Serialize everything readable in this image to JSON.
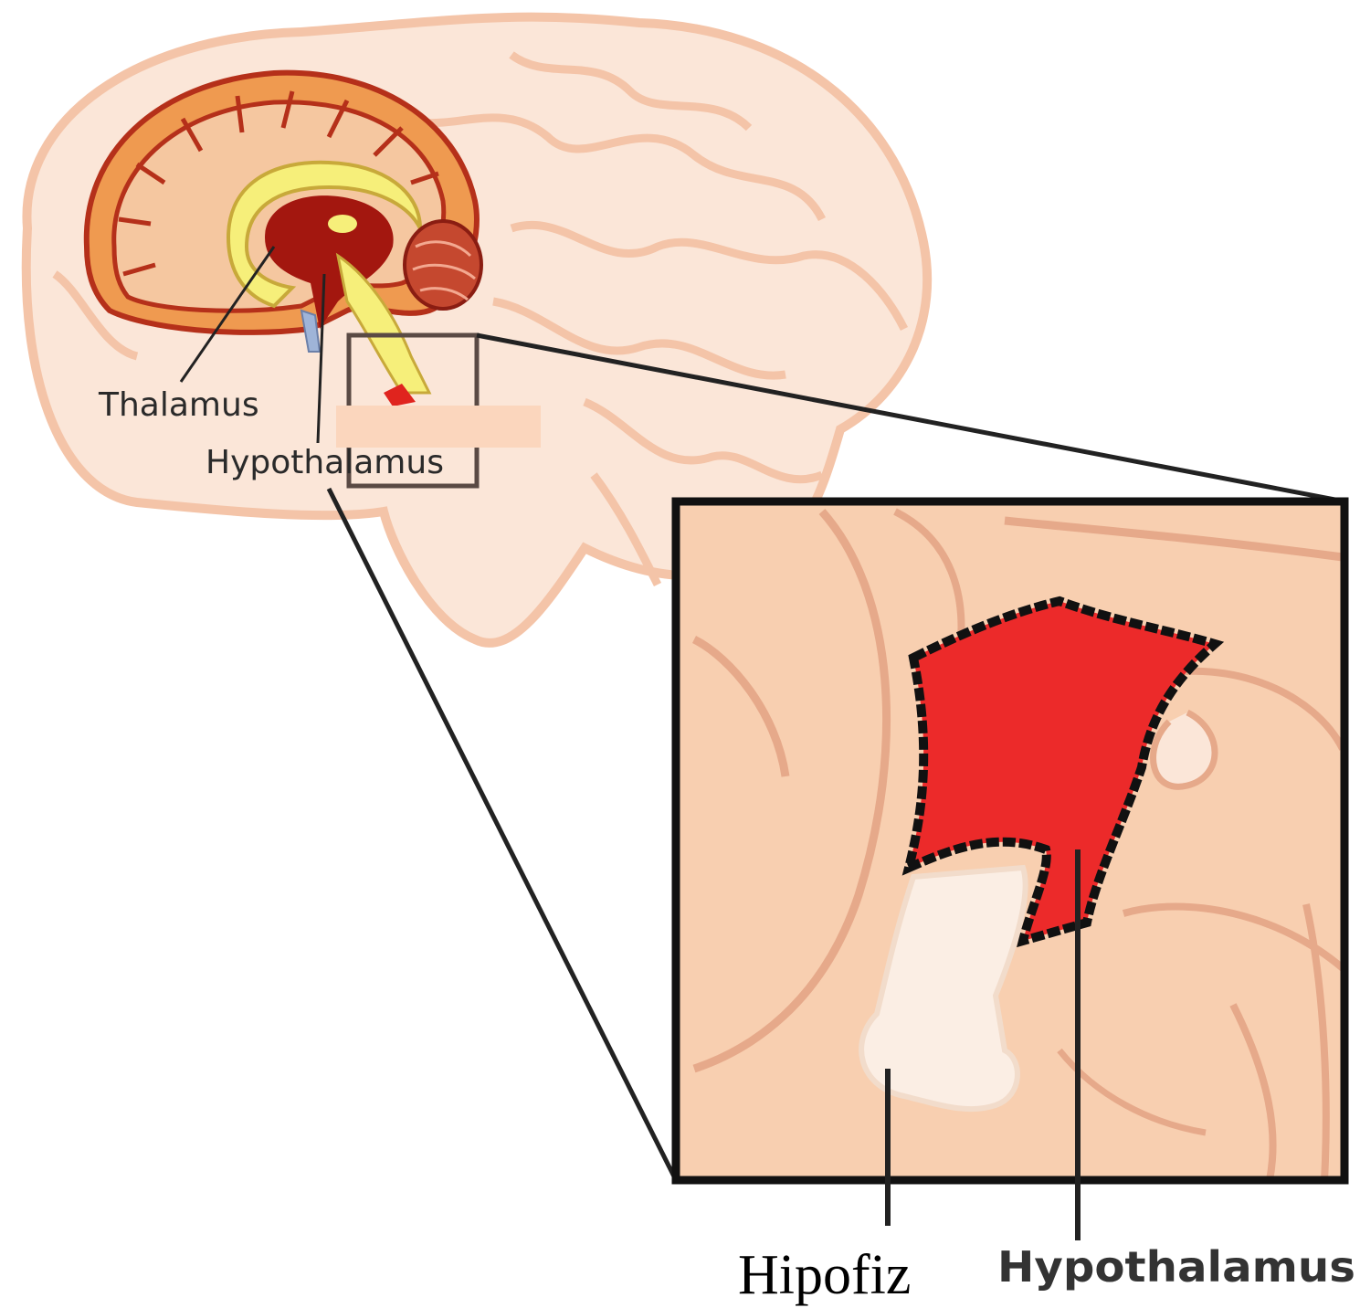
{
  "labels": {
    "thalamus": "Thalamus",
    "hypothalamus_small": "Hypothalamus",
    "hipofiz": "Hipofiz",
    "hypothalamus_large": "Hypothalamus"
  },
  "colors": {
    "brain_outline": "#f4c4a8",
    "brain_fill": "#fbe6d8",
    "cortex": "#ef9a50",
    "cortex_stroke": "#b5301a",
    "yellow": "#f6ef7a",
    "dark_red": "#a3170f",
    "highlight_red": "#ec2a2a",
    "tissue": "#f8cfb0",
    "tissue_line": "#e6a98a",
    "pale": "#fbeee4"
  }
}
